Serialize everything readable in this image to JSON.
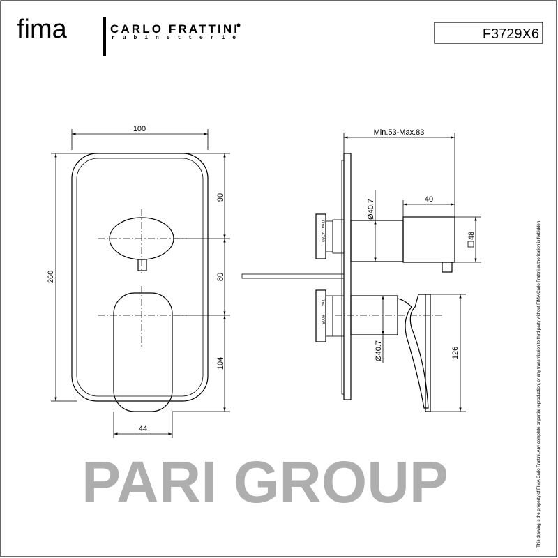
{
  "header": {
    "logo_brand": "fima",
    "logo_company": "CARLO FRATTINI",
    "logo_tagline": "rubinetterie",
    "model_code": "F3729X6"
  },
  "front_view": {
    "width": "100",
    "height": "260",
    "upper_offset": "90",
    "middle_offset": "80",
    "lower_offset": "104",
    "lever_width": "44"
  },
  "side_view": {
    "depth_range": "Min.53-Max.83",
    "upper_diameter": "Ø40.7",
    "lower_diameter": "Ø40.7",
    "knob_length": "40",
    "knob_square": "48",
    "lever_height": "126",
    "cartridge_label_upper": "4780",
    "cartridge_label_lower": "6005",
    "cartridge_brand": "fima"
  },
  "watermark": "PARI GROUP",
  "copyright_notice": "This drawing is the property of FIMA Carlo Frattini. Any complete or partial reproduction, or any transmission to third party without FIMA Carlo Frattini authorization is forbidden."
}
